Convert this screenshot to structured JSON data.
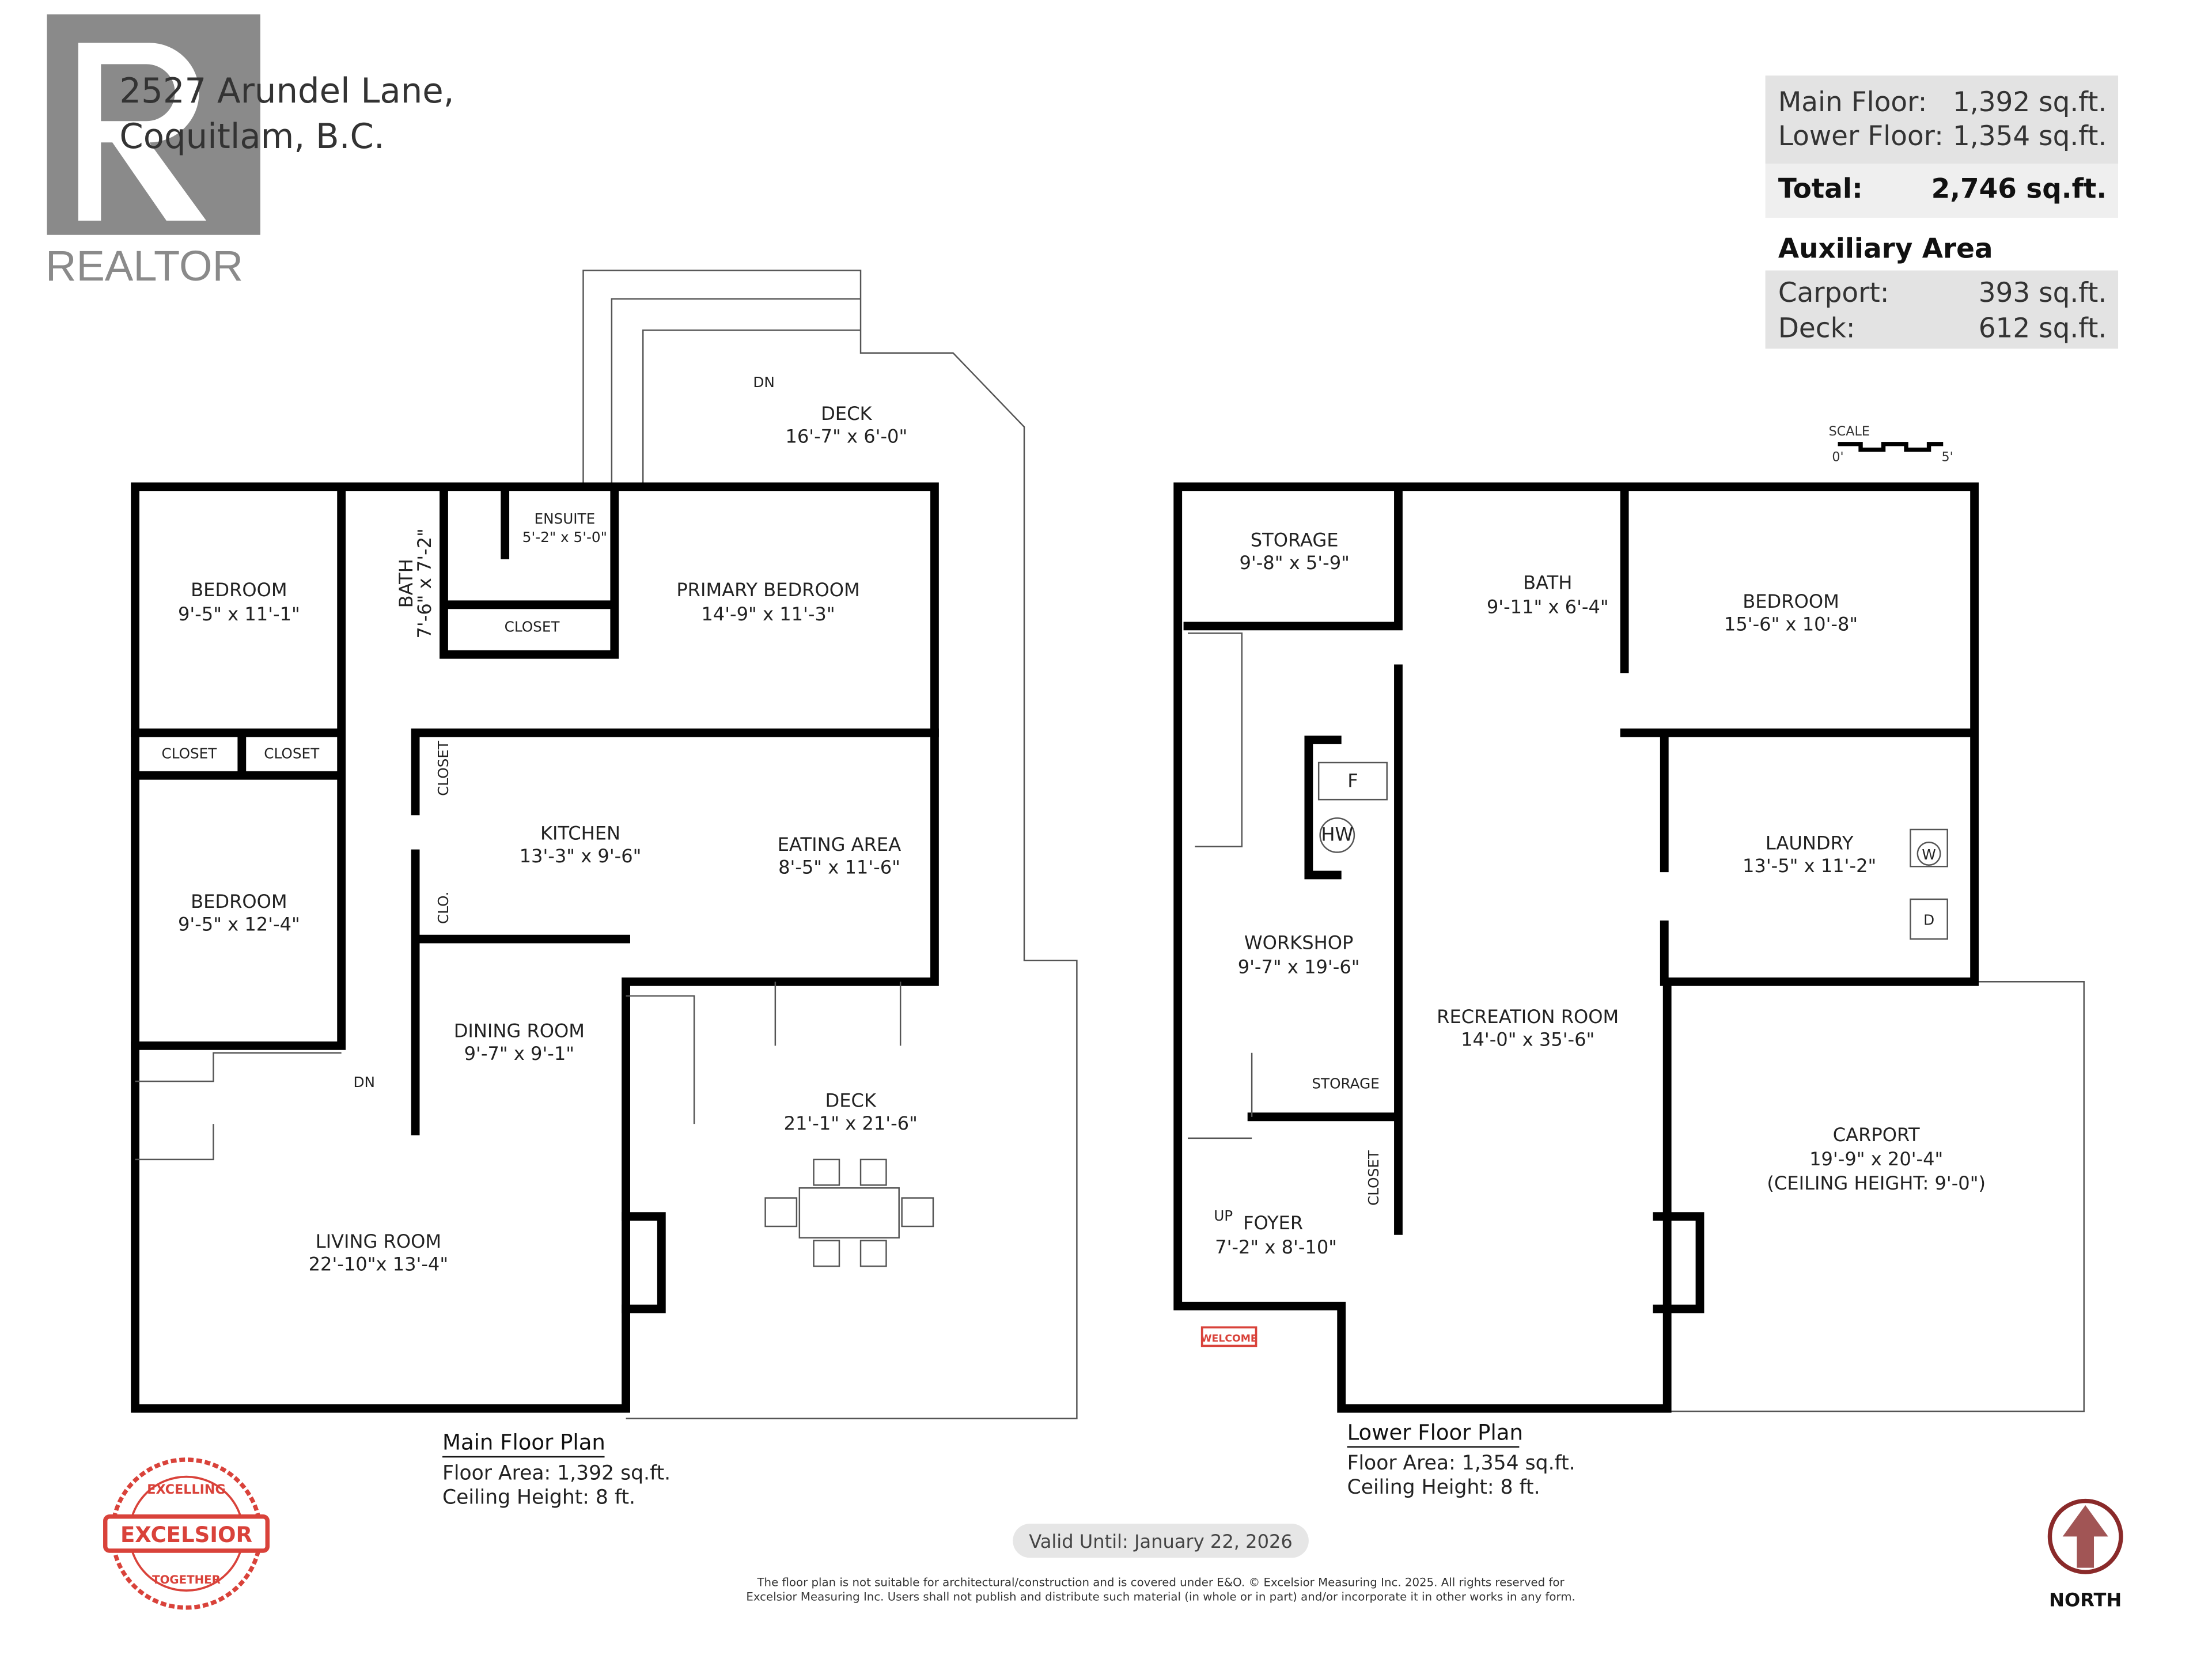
{
  "header": {
    "address_line1": "2527 Arundel Lane,",
    "address_line2": "Coquitlam, B.C.",
    "logo_text": "REALTOR"
  },
  "summary": {
    "main_floor_label": "Main Floor:",
    "main_floor_value": "1,392 sq.ft.",
    "lower_floor_label": "Lower Floor:",
    "lower_floor_value": "1,354 sq.ft.",
    "total_label": "Total:",
    "total_value": "2,746 sq.ft.",
    "auxiliary_title": "Auxiliary Area",
    "carport_label": "Carport:",
    "carport_value": "393 sq.ft.",
    "deck_label": "Deck:",
    "deck_value": "612 sq.ft."
  },
  "scale": {
    "label": "SCALE",
    "start": "0'",
    "end": "5'"
  },
  "main_floor": {
    "rooms": [
      {
        "name": "DECK",
        "dims": "16'-7\" x 6'-0\""
      },
      {
        "name": "BEDROOM",
        "dims": "9'-5\" x 11'-1\""
      },
      {
        "name": "BATH",
        "dims": "7'-6\" x 7'-2\""
      },
      {
        "name": "ENSUITE",
        "dims": "5'-2\" x 5'-0\""
      },
      {
        "name": "PRIMARY BEDROOM",
        "dims": "14'-9\" x 11'-3\""
      },
      {
        "name": "KITCHEN",
        "dims": "13'-3\" x 9'-6\""
      },
      {
        "name": "EATING AREA",
        "dims": "8'-5\" x 11'-6\""
      },
      {
        "name": "BEDROOM",
        "dims": "9'-5\" x 12'-4\""
      },
      {
        "name": "DINING ROOM",
        "dims": "9'-7\" x 9'-1\""
      },
      {
        "name": "DECK",
        "dims": "21'-1\" x 21'-6\""
      },
      {
        "name": "LIVING ROOM",
        "dims": "22'-10\"x 13'-4\""
      }
    ],
    "labels": {
      "closet": "CLOSET",
      "clo": "CLO.",
      "dn": "DN"
    },
    "caption_title": "Main Floor Plan",
    "caption_area": "Floor Area: 1,392 sq.ft.",
    "caption_ceiling": "Ceiling Height: 8 ft."
  },
  "lower_floor": {
    "rooms": [
      {
        "name": "STORAGE",
        "dims": "9'-8\" x 5'-9\""
      },
      {
        "name": "BATH",
        "dims": "9'-11\" x 6'-4\""
      },
      {
        "name": "BEDROOM",
        "dims": "15'-6\" x 10'-8\""
      },
      {
        "name": "LAUNDRY",
        "dims": "13'-5\" x 11'-2\""
      },
      {
        "name": "WORKSHOP",
        "dims": "9'-7\" x 19'-6\""
      },
      {
        "name": "RECREATION ROOM",
        "dims": "14'-0\" x 35'-6\""
      },
      {
        "name": "FOYER",
        "dims": "7'-2\" x 8'-10\""
      },
      {
        "name": "CARPORT",
        "dims": "19'-9\" x 20'-4\"",
        "note": "(CEILING HEIGHT: 9'-0\")"
      }
    ],
    "labels": {
      "storage": "STORAGE",
      "closet": "CLOSET",
      "up": "UP",
      "f": "F",
      "hw": "HW",
      "w": "W",
      "d": "D",
      "welcome": "WELCOME"
    },
    "caption_title": "Lower Floor Plan",
    "caption_area": "Floor Area: 1,354 sq.ft.",
    "caption_ceiling": "Ceiling Height: 8 ft."
  },
  "footer": {
    "valid_until": "Valid Until: January 22, 2026",
    "disclaimer_line1": "The floor plan is not suitable for architectural/construction and is covered under E&O. © Excelsior Measuring Inc. 2025. All rights reserved for",
    "disclaimer_line2": "Excelsior Measuring Inc. Users shall not publish and distribute such material (in whole or in part) and/or incorporate it in other works in any form.",
    "badge_text": "EXCELSIOR",
    "badge_ring_top": "EXCELLING",
    "badge_ring_bottom": "TOGETHER",
    "north_label": "NORTH"
  },
  "colors": {
    "badge_red": "#d9423a",
    "wall": "#000000",
    "panel_gray": "#e3e3e3"
  }
}
